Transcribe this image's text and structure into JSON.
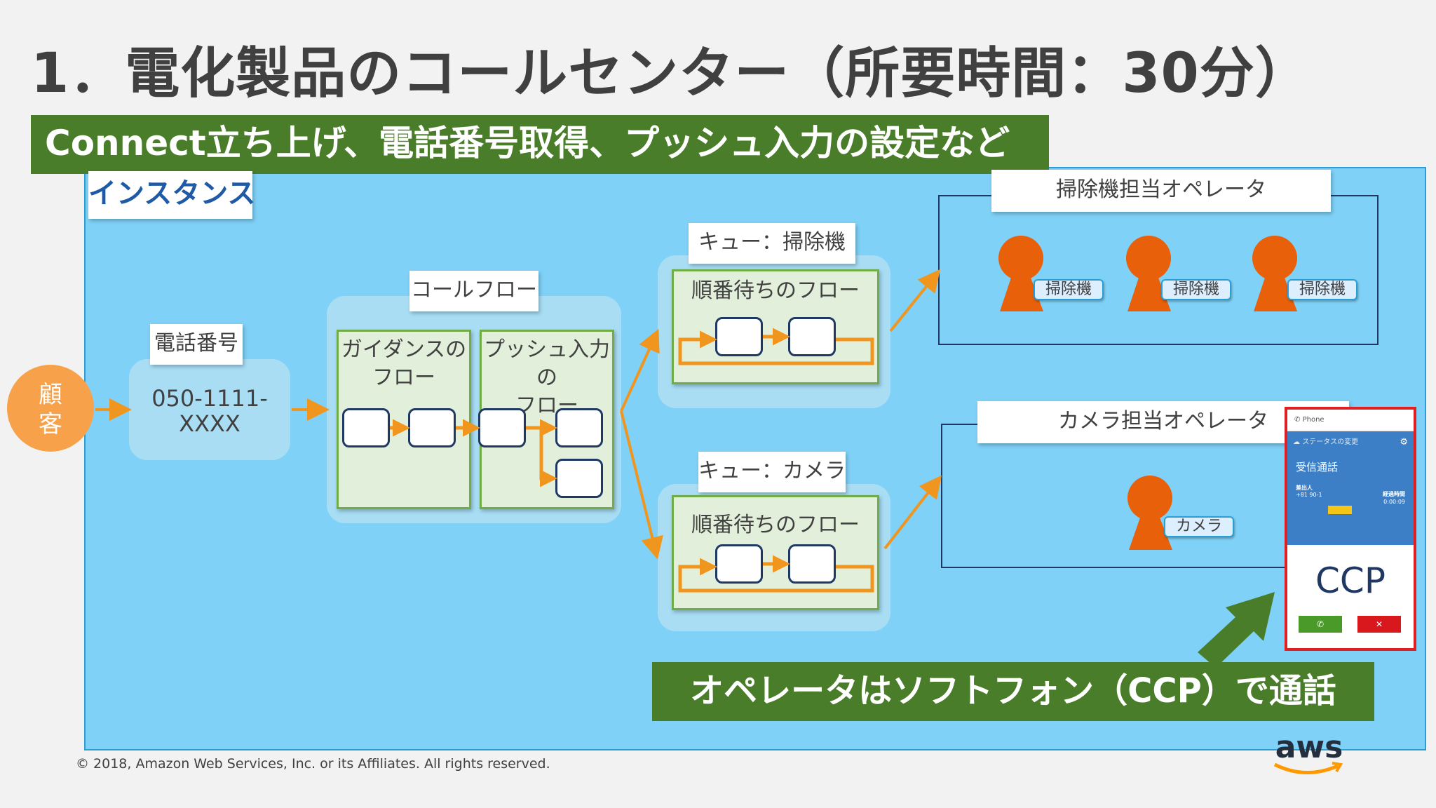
{
  "title": "1．電化製品のコールセンター（所要時間：30分）",
  "subtitle": "Connect立ち上げ、電話番号取得、プッシュ入力の設定など",
  "instance_label": "インスタンス",
  "customer": {
    "line1": "顧",
    "line2": "客"
  },
  "phone": {
    "label": "電話番号",
    "number_line1": "050-1111-",
    "number_line2": "XXXX"
  },
  "call_flow": {
    "label": "コールフロー",
    "guidance": {
      "line1": "ガイダンスの",
      "line2": "フロー"
    },
    "push": {
      "line1": "プッシュ入力の",
      "line2": "フロー"
    }
  },
  "queues": [
    {
      "label": "キュー：掃除機",
      "flow_label": "順番待ちのフロー"
    },
    {
      "label": "キュー：カメラ",
      "flow_label": "順番待ちのフロー"
    }
  ],
  "operators": {
    "vacuum": {
      "label": "掃除機担当オペレータ",
      "tags": [
        "掃除機",
        "掃除機",
        "掃除機"
      ]
    },
    "camera": {
      "label": "カメラ担当オペレータ",
      "tag": "カメラ"
    }
  },
  "ccp": {
    "tab": "Phone",
    "status": "ステータスの変更",
    "incoming": "受信通話",
    "caller_label": "差出人",
    "caller_number": "+81 90-1",
    "elapsed_label": "経過時間",
    "elapsed": "0:00:09",
    "big_text": "CCP"
  },
  "bottom_banner": "オペレータはソフトフォン（CCP）で通話",
  "copyright": "© 2018, Amazon Web Services, Inc. or its Affiliates. All rights reserved.",
  "logo": "aws",
  "colors": {
    "instance_bg": "#7fd1f7",
    "banner_green": "#4a7d2a",
    "arrow_orange": "#f0961e",
    "operator_orange": "#e8600a",
    "ccp_border": "#e02020"
  }
}
